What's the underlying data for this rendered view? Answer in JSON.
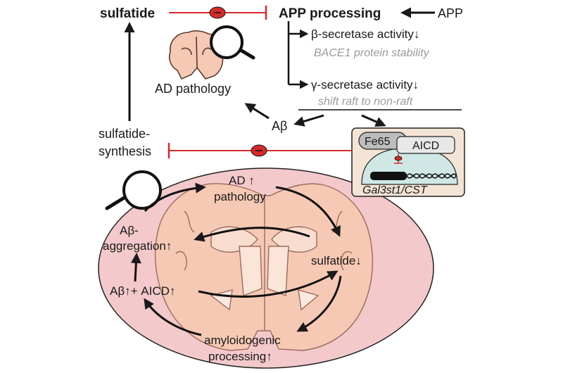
{
  "top": {
    "sulfatide": "sulfatide",
    "app_processing": "APP processing",
    "app": "APP",
    "beta_secretase": "β-secretase activity↓",
    "bace1": "BACE1 protein stability",
    "gamma_secretase": "γ-secretase activity↓",
    "shift_raft": "shift raft to non-raft",
    "ad_pathology": "AD pathology",
    "abeta": "Aβ",
    "sulfatide_synthesis_1": "sulfatide-",
    "sulfatide_synthesis_2": "synthesis"
  },
  "nucleus_box": {
    "fe65": "Fe65",
    "aicd": "AICD",
    "gene": "Gal3st1/CST"
  },
  "cycle": {
    "ad_pathology_1": "AD  ↑",
    "ad_pathology_2": "pathology",
    "sulfatide_down": "sulfatide↓",
    "amyloidogenic_1": "amyloidogenic",
    "amyloidogenic_2": "processing↑",
    "abeta_aicd": "Aβ↑+ AICD↑",
    "aggregation_1": "Aβ-",
    "aggregation_2": "aggregation↑"
  },
  "colors": {
    "inhibit_red": "#d42a2a",
    "oval_fill": "#f3c9cc",
    "brain_fill": "#f6c9b4",
    "box_fill": "#f4e4d6",
    "nucleus_fill": "#cfe8e6"
  }
}
